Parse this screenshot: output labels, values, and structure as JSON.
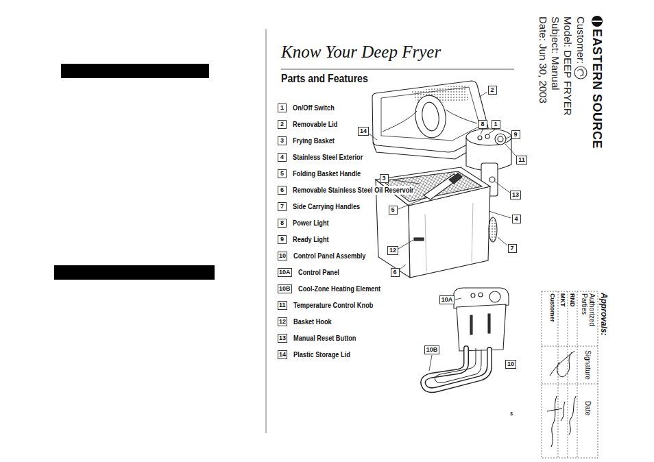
{
  "diagram": {
    "title": "Know Your Deep Fryer",
    "nodes": [
      {
        "text": [
          "1",
          "On/Off Switch"
        ]
      },
      {
        "text": [
          "2",
          "Removable Lid"
        ]
      },
      {
        "text": [
          "3",
          "Frying Basket"
        ]
      },
      {
        "text": [
          "4",
          "Stainless Steel Exterior"
        ]
      },
      {
        "text": [
          "5",
          "Folding Basket Handle"
        ]
      },
      {
        "text": [
          "6",
          "Removable Stainless Steel Oil Reservoir"
        ]
      },
      {
        "text": [
          "7",
          "Side Carrying Handles"
        ]
      },
      {
        "text": [
          "8",
          "Power Light"
        ]
      },
      {
        "text": [
          "9",
          "Ready Light"
        ]
      },
      {
        "text": [
          "10",
          "Control Panel Assembly"
        ]
      },
      {
        "text": [
          "10A",
          "Control Panel"
        ]
      },
      {
        "text": [
          "10B",
          "Cool-Zone Heating Element"
        ]
      },
      {
        "text": [
          "11",
          "Temperature Control Knob"
        ]
      },
      {
        "text": [
          "12",
          "Basket Hook"
        ]
      },
      {
        "text": [
          "13",
          "Manual Reset Button"
        ]
      },
      {
        "text": [
          "14",
          "Plastic Storage Lid"
        ]
      },
      {
        "text": [
          "2"
        ]
      },
      {
        "text": [
          "8"
        ]
      },
      {
        "text": [
          "1"
        ]
      },
      {
        "text": [
          "14"
        ]
      },
      {
        "text": [
          "9"
        ]
      },
      {
        "text": [
          "11"
        ]
      },
      {
        "text": [
          "3"
        ]
      },
      {
        "text": [
          "13"
        ]
      },
      {
        "text": [
          "5"
        ]
      },
      {
        "text": [
          "4"
        ]
      },
      {
        "text": [
          "7"
        ]
      },
      {
        "text": [
          "12"
        ]
      },
      {
        "text": [
          "6"
        ]
      },
      {
        "text": [
          "10A"
        ]
      },
      {
        "text": [
          "10B"
        ]
      },
      {
        "text": [
          "10"
        ]
      }
    ],
    "labels": [
      "Parts and Features",
      "3",
      "EASTERN SOURCE",
      "Customer:",
      "Model: DEEP FRYER",
      "Subject: Manual",
      "Date: Jun 30, 2003",
      "Approvals:",
      "Authorized Parties",
      "Signature",
      "Date",
      "RND",
      "MKT",
      "Customer"
    ]
  }
}
